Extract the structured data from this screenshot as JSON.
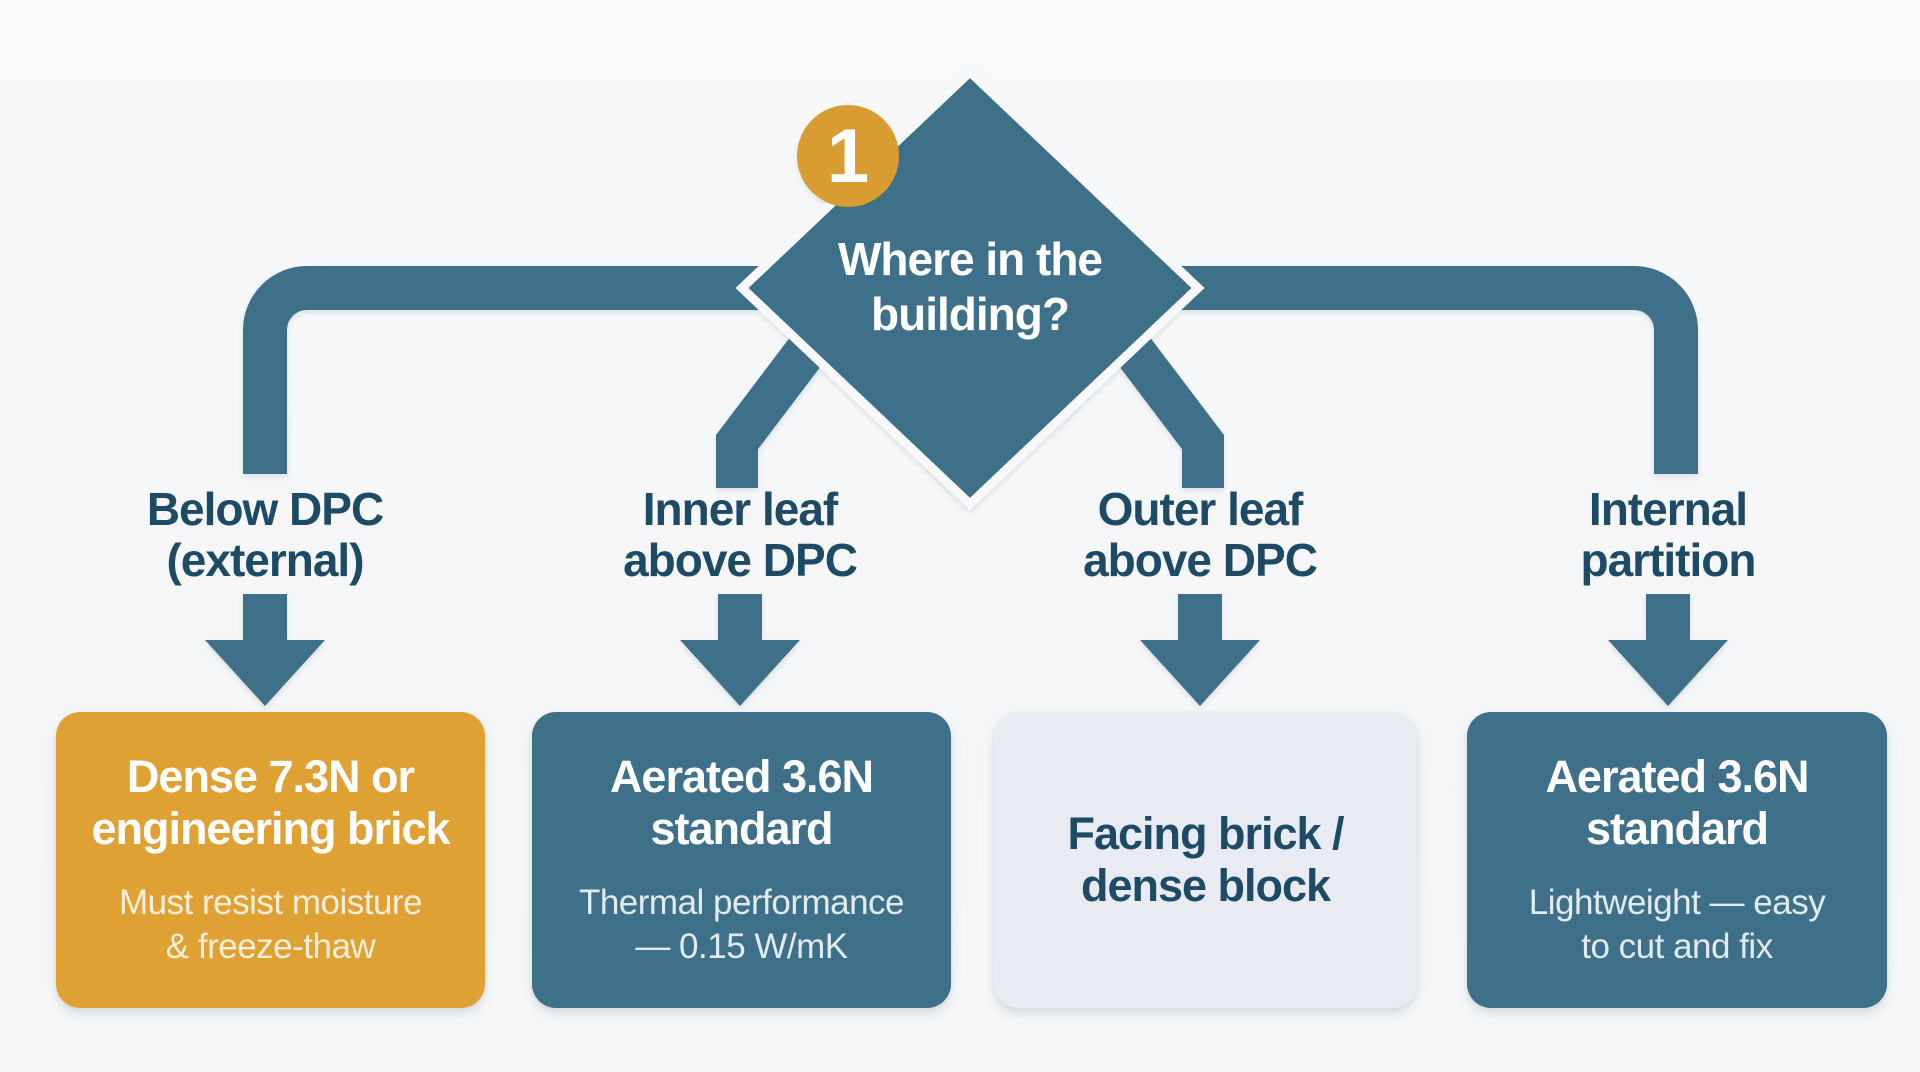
{
  "palette": {
    "teal": "#3e7189",
    "orange": "#dfa134",
    "badge_orange": "#d99c30",
    "light_box": "#e8ecf2",
    "dark_label_text": "#1d4b66",
    "background": "#f7f8f9",
    "white": "#ffffff"
  },
  "decision": {
    "step_number": "1",
    "question_line1": "Where in the",
    "question_line2": "building?"
  },
  "branches": [
    {
      "label_line1": "Below DPC",
      "label_line2": "(external)",
      "box": {
        "variant": "orange",
        "title_line1": "Dense 7.3N or",
        "title_line2": "engineering brick",
        "subtitle_line1": "Must resist moisture",
        "subtitle_line2": "& freeze-thaw"
      }
    },
    {
      "label_line1": "Inner leaf",
      "label_line2": "above DPC",
      "box": {
        "variant": "teal",
        "title_line1": "Aerated 3.6N",
        "title_line2": "standard",
        "subtitle_line1": "Thermal performance",
        "subtitle_line2": "— 0.15 W/mK"
      }
    },
    {
      "label_line1": "Outer leaf",
      "label_line2": "above DPC",
      "box": {
        "variant": "light",
        "title_line1": "Facing brick /",
        "title_line2": "dense block"
      }
    },
    {
      "label_line1": "Internal",
      "label_line2": "partition",
      "box": {
        "variant": "teal",
        "title_line1": "Aerated 3.6N",
        "title_line2": "standard",
        "subtitle_line1": "Lightweight — easy",
        "subtitle_line2": "to cut and fix"
      }
    }
  ]
}
